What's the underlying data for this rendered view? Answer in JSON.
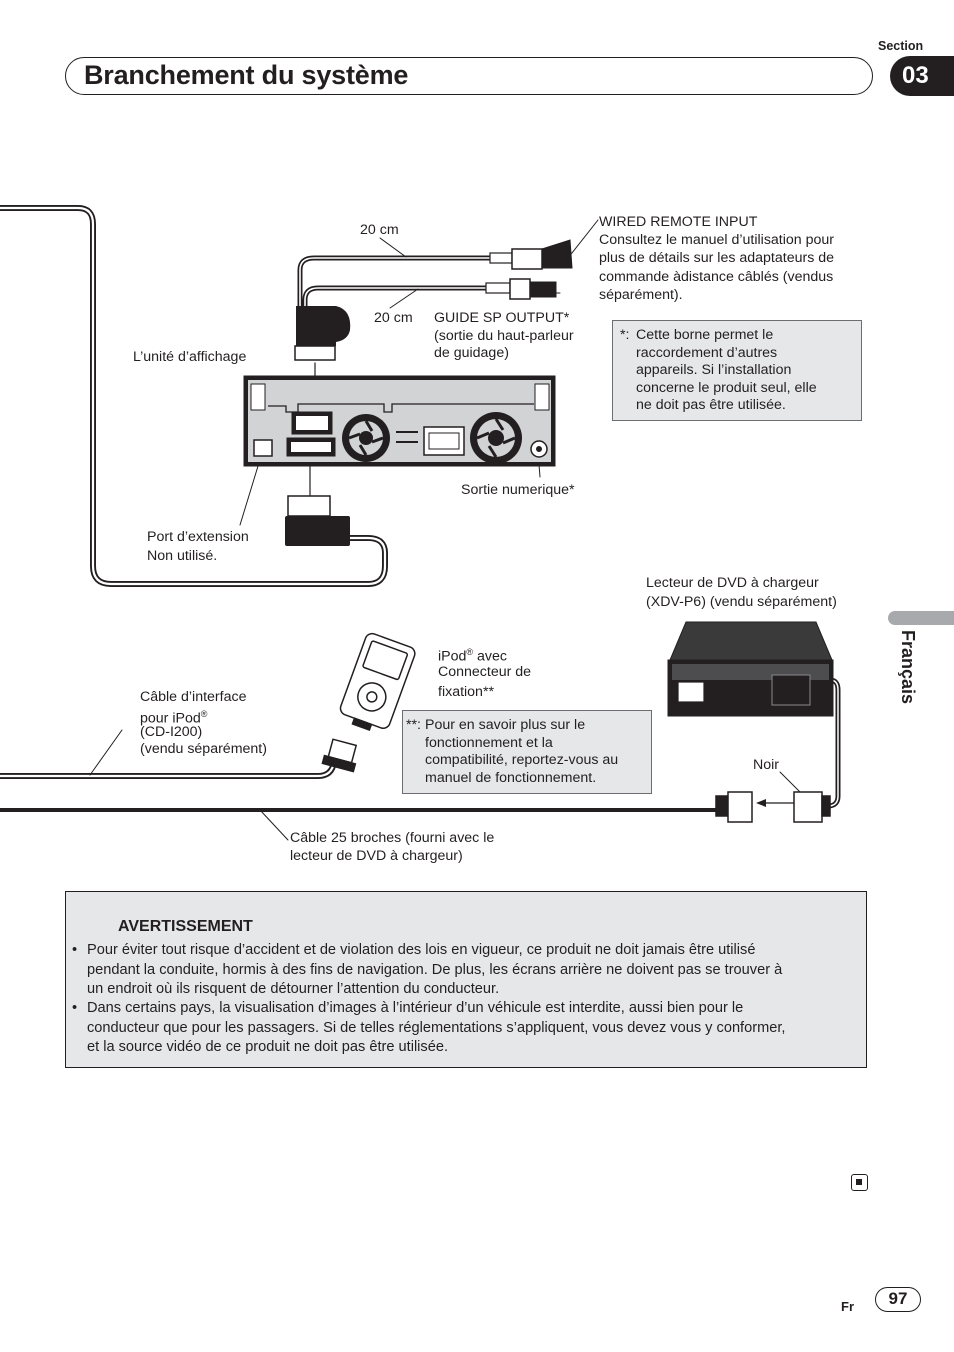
{
  "header": {
    "title": "Branchement du système",
    "section_label": "Section",
    "section_number": "03",
    "language_tab": "Français"
  },
  "diagram": {
    "labels": {
      "cm20_top": "20 cm",
      "cm20_bottom": "20 cm",
      "wired_remote_title": "WIRED REMOTE INPUT",
      "wired_remote_desc": [
        "Consultez le manuel d’utilisation pour",
        "plus de détails sur les adaptateurs de",
        "commande àdistance câblés (vendus",
        "séparément)."
      ],
      "guide_sp": [
        "GUIDE SP OUTPUT*",
        "(sortie du haut-parleur",
        "de guidage)"
      ],
      "display_unit": "L’unité d’affichage",
      "sortie_numerique": "Sortie numerique*",
      "port_extension": [
        "Port d’extension",
        "Non utilisé."
      ],
      "dvd_changer": [
        "Lecteur de DVD à chargeur",
        "(XDV-P6) (vendu séparément)"
      ],
      "ipod_line1": "iPod",
      "ipod_reg": "®",
      "ipod_line1_rest": " avec",
      "ipod_line2": "Connecteur de",
      "ipod_line3": "fixation**",
      "ipod_cable_line1": "Câble d’interface",
      "ipod_cable_line2": "pour iPod",
      "ipod_cable_reg": "®",
      "ipod_cable_line3": "(CD-I200)",
      "ipod_cable_line4": "(vendu séparément)",
      "noir": "Noir",
      "cable25": [
        "Câble 25 broches (fourni avec le",
        "lecteur de DVD à chargeur)"
      ]
    },
    "note_star": {
      "prefix": "*:",
      "lines": [
        "Cette borne permet le",
        "raccordement d’autres",
        "appareils. Si l’installation",
        "concerne le produit seul, elle",
        "ne doit pas être utilisée."
      ]
    },
    "note_doublestar": {
      "prefix": "**:",
      "lines": [
        "Pour en savoir plus sur le",
        "fonctionnement et la",
        "compatibilité, reportez-vous au",
        "manuel de fonctionnement."
      ]
    }
  },
  "warning": {
    "title": "AVERTISSEMENT",
    "items": [
      [
        "Pour éviter tout risque d’accident et de violation des lois en vigueur, ce produit ne doit jamais être utilisé",
        "pendant la conduite, hormis à des fins de navigation. De plus, les écrans arrière ne doivent pas se trouver à",
        "un endroit où ils risquent de détourner l’attention du conducteur."
      ],
      [
        "Dans certains pays, la visualisation d’images à l’intérieur d’un véhicule est interdite, aussi bien pour le",
        "conducteur que pour les passagers. Si de telles réglementations s’appliquent, vous devez vous y conformer,",
        "et la source vidéo de ce produit ne doit pas être utilisée."
      ]
    ]
  },
  "footer": {
    "lang_code": "Fr",
    "page_number": "97"
  }
}
